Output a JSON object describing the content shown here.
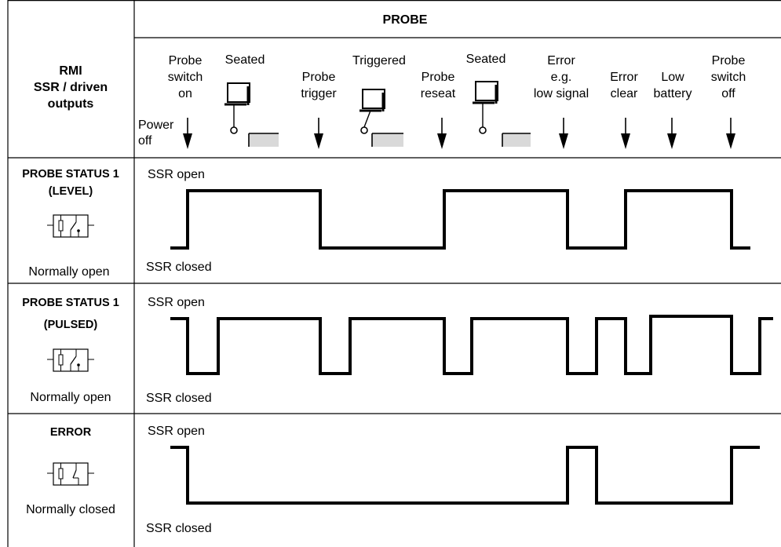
{
  "header": {
    "probe_title": "PROBE",
    "rmi_line1": "RMI",
    "rmi_line2": "SSR / driven",
    "rmi_line3": "outputs"
  },
  "events": [
    {
      "id": "power-off",
      "lines": [
        "Power",
        "off"
      ]
    },
    {
      "id": "probe-switch-on",
      "lines": [
        "Probe",
        "switch",
        "on"
      ]
    },
    {
      "id": "seated-1",
      "lines": [
        "Seated"
      ]
    },
    {
      "id": "probe-trigger",
      "lines": [
        "Probe",
        "trigger"
      ]
    },
    {
      "id": "triggered",
      "lines": [
        "Triggered"
      ]
    },
    {
      "id": "probe-reseat",
      "lines": [
        "Probe",
        "reseat"
      ]
    },
    {
      "id": "seated-2",
      "lines": [
        "Seated"
      ]
    },
    {
      "id": "error",
      "lines": [
        "Error",
        "e.g.",
        "low signal"
      ]
    },
    {
      "id": "error-clear",
      "lines": [
        "Error",
        "clear"
      ]
    },
    {
      "id": "low-battery",
      "lines": [
        "Low",
        "battery"
      ]
    },
    {
      "id": "probe-switch-off",
      "lines": [
        "Probe",
        "switch",
        "off"
      ]
    }
  ],
  "rows": [
    {
      "id": "level",
      "title_line1": "PROBE STATUS 1",
      "title_line2": "(LEVEL)",
      "contact_type": "Normally open",
      "high_label": "SSR open",
      "low_label": "SSR closed"
    },
    {
      "id": "pulsed",
      "title_line1": "PROBE STATUS 1",
      "title_line2": "(PULSED)",
      "contact_type": "Normally open",
      "high_label": "SSR open",
      "low_label": "SSR closed"
    },
    {
      "id": "error",
      "title_line1": "ERROR",
      "title_line2": "",
      "contact_type": "Normally closed",
      "high_label": "SSR open",
      "low_label": "SSR closed"
    }
  ],
  "icons": {
    "relay_no": "relay-normally-open-icon",
    "relay_nc": "relay-normally-closed-icon",
    "arrow": "down-arrow-icon",
    "stylus_seated": "probe-stylus-seated-icon",
    "stylus_triggered": "probe-stylus-triggered-icon"
  },
  "colors": {
    "line": "#000000",
    "background": "#ffffff",
    "indicator_fill": "#d9d9d9"
  }
}
